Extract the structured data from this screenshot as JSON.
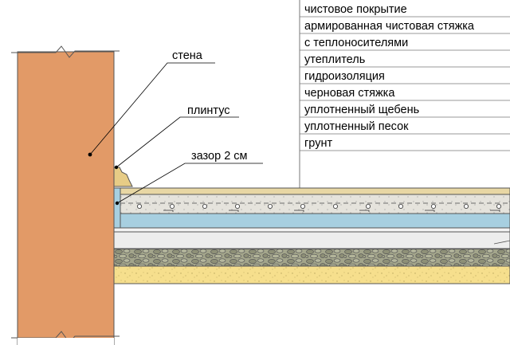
{
  "callouts": {
    "wall": "стена",
    "baseboard": "плинтус",
    "gap": "зазор 2 см"
  },
  "legend": [
    "чистовое покрытие",
    "армированная чистовая стяжка",
    "с теплоносителями",
    "утеплитель",
    "гидроизоляция",
    "черновая стяжка",
    "уплотненный щебень",
    "уплотненный песок",
    "грунт"
  ],
  "colors": {
    "wall": "#e29a67",
    "finish_coating": "#e8d7a4",
    "screed": "#e0e0e0",
    "insulation": "#a7cfe0",
    "waterproofing": "#f3f3f3",
    "gravel": "#a3a58b",
    "sand": "#f6df8d",
    "baseboard": "#e7cc86"
  }
}
